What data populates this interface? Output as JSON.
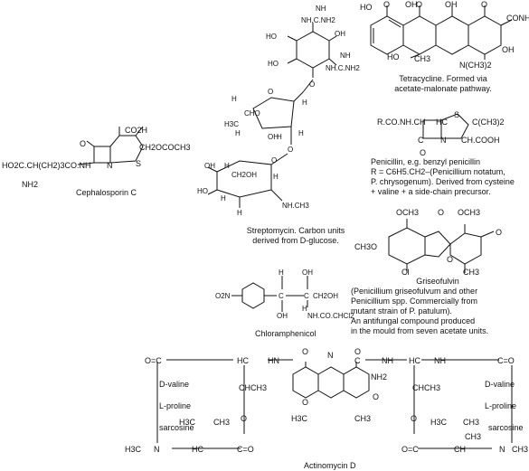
{
  "structures": {
    "tetracycline": {
      "labels": [
        "HO",
        "O",
        "OH",
        "O",
        "OH",
        "O",
        "CONH2",
        "OH",
        "HO",
        "CH3",
        "N(CH3)2"
      ],
      "caption": [
        "Tetracycline. Formed via",
        "acetate-malonate pathway."
      ]
    },
    "streptomycin": {
      "labels": [
        "NH",
        "NH.C.NH2",
        "HO",
        "HO",
        "OH",
        "NH",
        "NH.C.NH2",
        "O",
        "H",
        "O",
        "H",
        "CHO",
        "H3C",
        "H",
        "OH",
        "H",
        "H",
        "O",
        "O",
        "OH",
        "H",
        "HO",
        "CH2OH",
        "H",
        "H",
        "H",
        "NH.CH3"
      ],
      "caption": [
        "Streptomycin. Carbon units",
        "derived from D-glucose."
      ]
    },
    "cephalosporin": {
      "labels": [
        "CO2H",
        "O",
        "N",
        "S",
        "CH2OCOCH3",
        "HO2C.CH(CH2)3CO.NH",
        "NH2"
      ],
      "caption": [
        "Cephalosporin C"
      ]
    },
    "penicillin": {
      "labels": [
        "R.CO.NH.CH",
        "HC",
        "S",
        "C(CH3)2",
        "C",
        "N",
        "CH.COOH",
        "O"
      ],
      "caption": [
        "Penicillin, e.g. benzyl penicillin",
        "R = C6H5.CH2–(Penicillium notatum,",
        "P. chrysogenum). Derived from cysteine",
        "+ valine + a side-chain precursor."
      ]
    },
    "griseofulvin": {
      "labels": [
        "OCH3",
        "O",
        "OCH3",
        "CH3O",
        "O",
        "O",
        "Cl",
        "CH3"
      ],
      "caption": [
        "Griseofulvin",
        "(Penicillium griseofulvum and other",
        "Penicillium spp. Commercially from",
        "mutant strain of P. patulum).",
        "An antifungal compound produced",
        "in the mould from seven acetate units."
      ]
    },
    "chloramphenicol": {
      "labels": [
        "O2N",
        "H",
        "OH",
        "C",
        "C",
        "CH2OH",
        "OH",
        "H",
        "NH.CO.CHCl2"
      ],
      "caption": [
        "Chloramphenicol"
      ]
    },
    "actinomycin": {
      "labels": [
        "O=C",
        "HC",
        "HN",
        "O",
        "N",
        "O",
        "C",
        "NH",
        "HC",
        "NH",
        "C=O",
        "D-valine",
        "CHCH3",
        "NH2",
        "CHCH3",
        "D-valine",
        "L-proline",
        "O",
        "O",
        "O",
        "O",
        "L-proline",
        "sarcosine",
        "H3C",
        "CH3",
        "H3C",
        "CH3",
        "H3C",
        "CH3",
        "sarcosine",
        "N",
        "H3C",
        "HC",
        "C=O",
        "O=C",
        "CH",
        "CH3",
        "N",
        "CH3"
      ],
      "caption": [
        "Actinomycin D"
      ]
    }
  }
}
